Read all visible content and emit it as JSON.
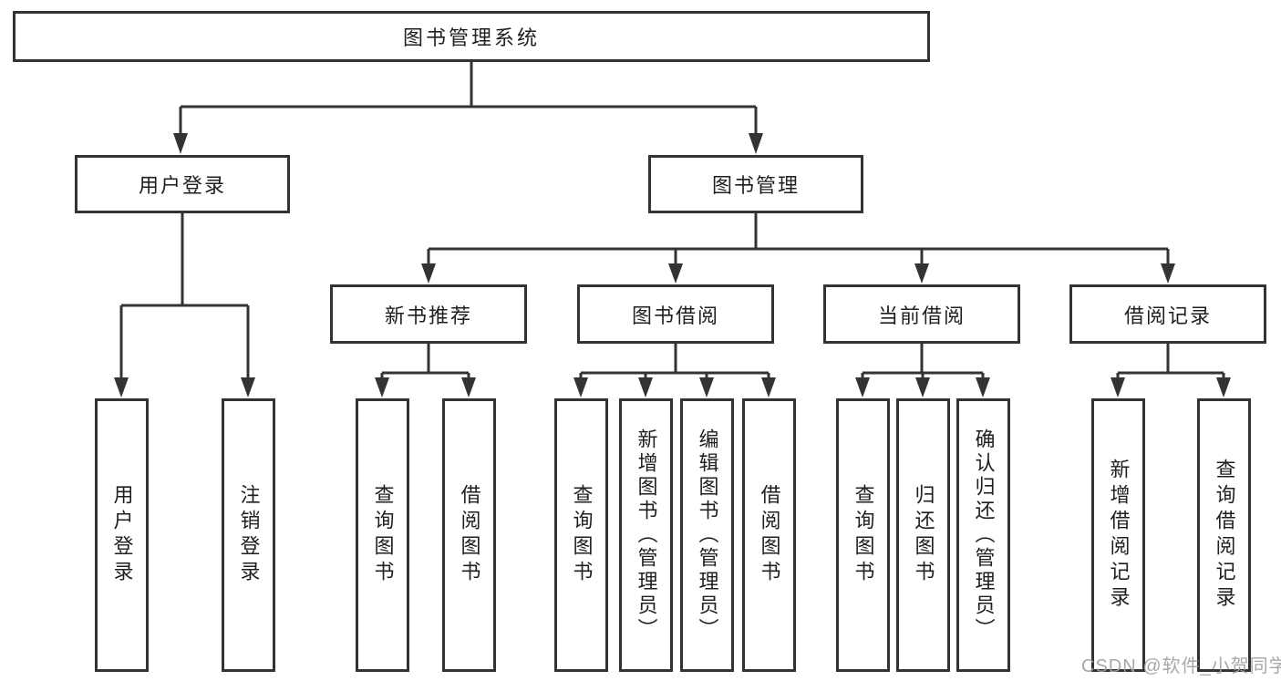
{
  "diagram": {
    "root": {
      "label": "图书管理系统"
    },
    "level2": [
      {
        "label": "用户登录"
      },
      {
        "label": "图书管理"
      }
    ],
    "level3": [
      {
        "label": "新书推荐"
      },
      {
        "label": "图书借阅"
      },
      {
        "label": "当前借阅"
      },
      {
        "label": "借阅记录"
      }
    ],
    "leaves": {
      "user_login": [
        "用户登录",
        "注销登录"
      ],
      "new_book": [
        "查询图书",
        "借阅图书"
      ],
      "book_borrow": [
        "查询图书",
        "新增图书（管理员）",
        "编辑图书（管理员）",
        "借阅图书"
      ],
      "current_borrow": [
        "查询图书",
        "归还图书",
        "确认归还（管理员）"
      ],
      "borrow_record": [
        "新增借阅记录",
        "查询借阅记录"
      ]
    }
  },
  "watermark": {
    "text": "CSDN @软件_小贺同学"
  },
  "colors": {
    "line": "#333333",
    "text": "#1f1f1f",
    "background": "#ffffff",
    "watermark": "#9e9e9e"
  }
}
